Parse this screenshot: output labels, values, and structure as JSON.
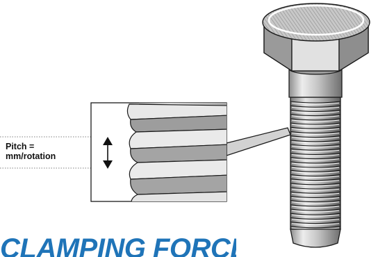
{
  "figure": {
    "pitch_label_line1": "Pitch =",
    "pitch_label_line2": "mm/rotation",
    "heading": "CLAMPING FORCE",
    "colors": {
      "accent_blue": "#1f74b8",
      "bolt_gray": "#b9b9b9",
      "outline": "#1a1a1a"
    },
    "icons": [
      "double-arrow-icon"
    ]
  }
}
